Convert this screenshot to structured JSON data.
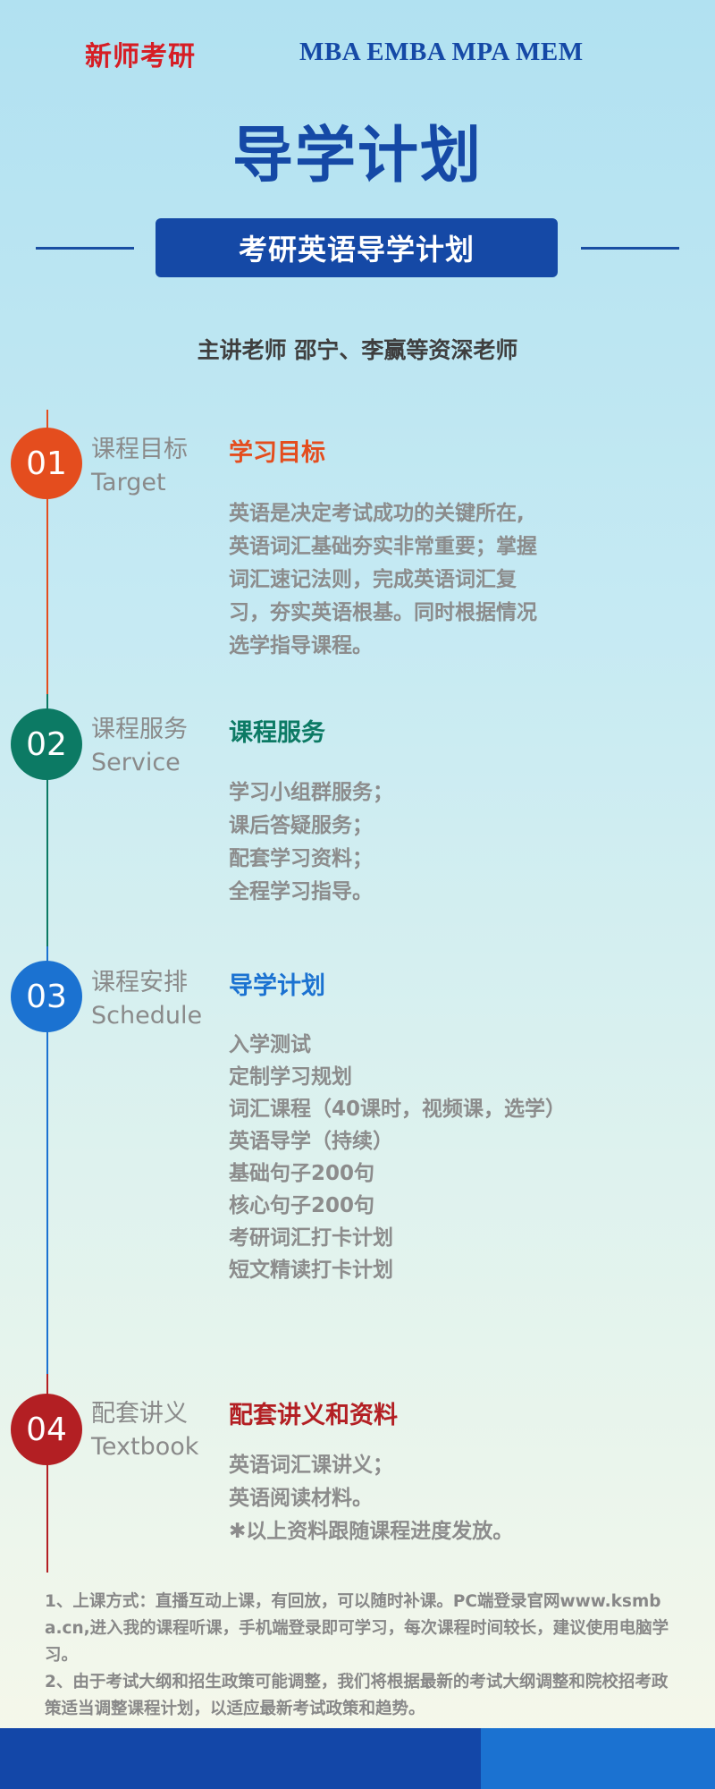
{
  "header": {
    "brand": "新师考研",
    "programs": "MBA EMBA MPA MEM",
    "title": "导学计划",
    "banner": "考研英语导学计划",
    "teacher": "主讲老师  邵宁、李赢等资深老师"
  },
  "colors": {
    "section1": "#e44d1e",
    "section2": "#0c7a64",
    "section3": "#1b72d1",
    "section4": "#b31f23"
  },
  "sections": [
    {
      "number": "01",
      "label_cn": "课程目标",
      "label_en": "Target",
      "title": "学习目标",
      "lines": [
        "英语是决定考试成功的关键所在,",
        "英语词汇基础夯实非常重要；掌握",
        "词汇速记法则，完成英语词汇复",
        "习，夯实英语根基。同时根据情况",
        "选学指导课程。"
      ]
    },
    {
      "number": "02",
      "label_cn": "课程服务",
      "label_en": "Service",
      "title": "课程服务",
      "lines": [
        "学习小组群服务；",
        "课后答疑服务；",
        "配套学习资料；",
        "全程学习指导。"
      ]
    },
    {
      "number": "03",
      "label_cn": "课程安排",
      "label_en": "Schedule",
      "title": "导学计划",
      "lines": [
        "入学测试",
        "定制学习规划",
        "词汇课程（40课时，视频课，选学）",
        "英语导学（持续）",
        "基础句子200句",
        "核心句子200句",
        "考研词汇打卡计划",
        "短文精读打卡计划"
      ]
    },
    {
      "number": "04",
      "label_cn": "配套讲义",
      "label_en": "Textbook",
      "title": "配套讲义和资料",
      "lines": [
        "英语词汇课讲义；",
        "英语阅读材料。",
        "✱以上资料跟随课程进度发放。"
      ]
    }
  ],
  "notes": [
    "1、上课方式：直播互动上课，有回放，可以随时补课。PC端登录官网www.ksmba.cn,进入我的课程听课，手机端登录即可学习，每次课程时间较长，建议使用电脑学习。",
    "2、由于考试大纲和招生政策可能调整，我们将根据最新的考试大纲调整和院校招考政策适当调整课程计划，以适应最新考试政策和趋势。"
  ]
}
